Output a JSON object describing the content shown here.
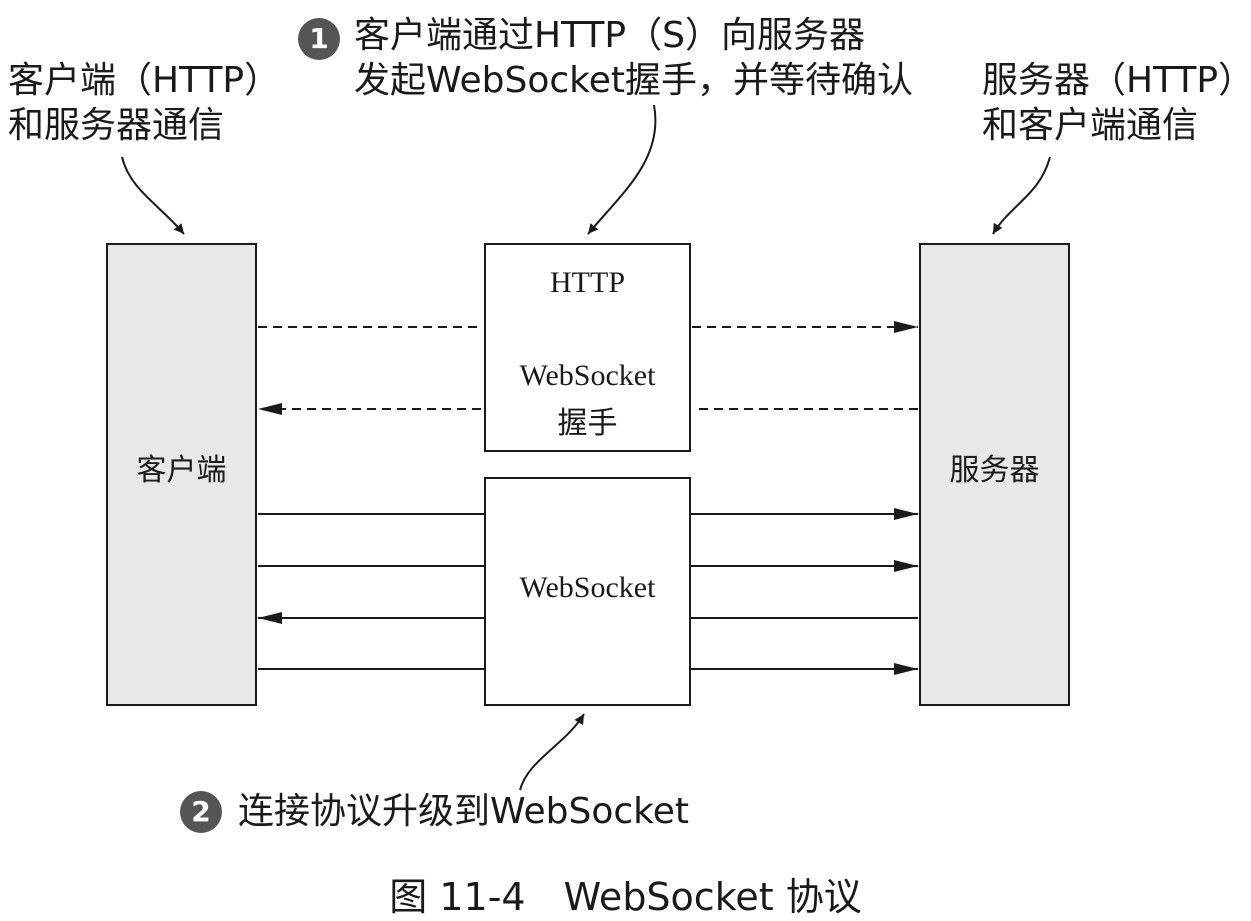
{
  "annotations": {
    "client_note": {
      "line1": "客户端（HTTP）",
      "line2": "和服务器通信"
    },
    "server_note": {
      "line1": "服务器（HTTP）",
      "line2": "和客户端通信"
    },
    "step1": {
      "badge": "1",
      "line1": "客户端通过HTTP（S）向服务器",
      "line2": "发起WebSocket握手，并等待确认"
    },
    "step2": {
      "badge": "2",
      "text": "连接协议升级到WebSocket"
    }
  },
  "nodes": {
    "client": "客户端",
    "server": "服务器",
    "handshake_box": {
      "line1": "HTTP",
      "line2": "WebSocket",
      "line3": "握手"
    },
    "websocket_box": "WebSocket"
  },
  "caption": "图 11-4　WebSocket 协议",
  "colors": {
    "side_fill": "#e8e8e8",
    "stroke": "#1a1a1a",
    "badge": "#555555"
  }
}
